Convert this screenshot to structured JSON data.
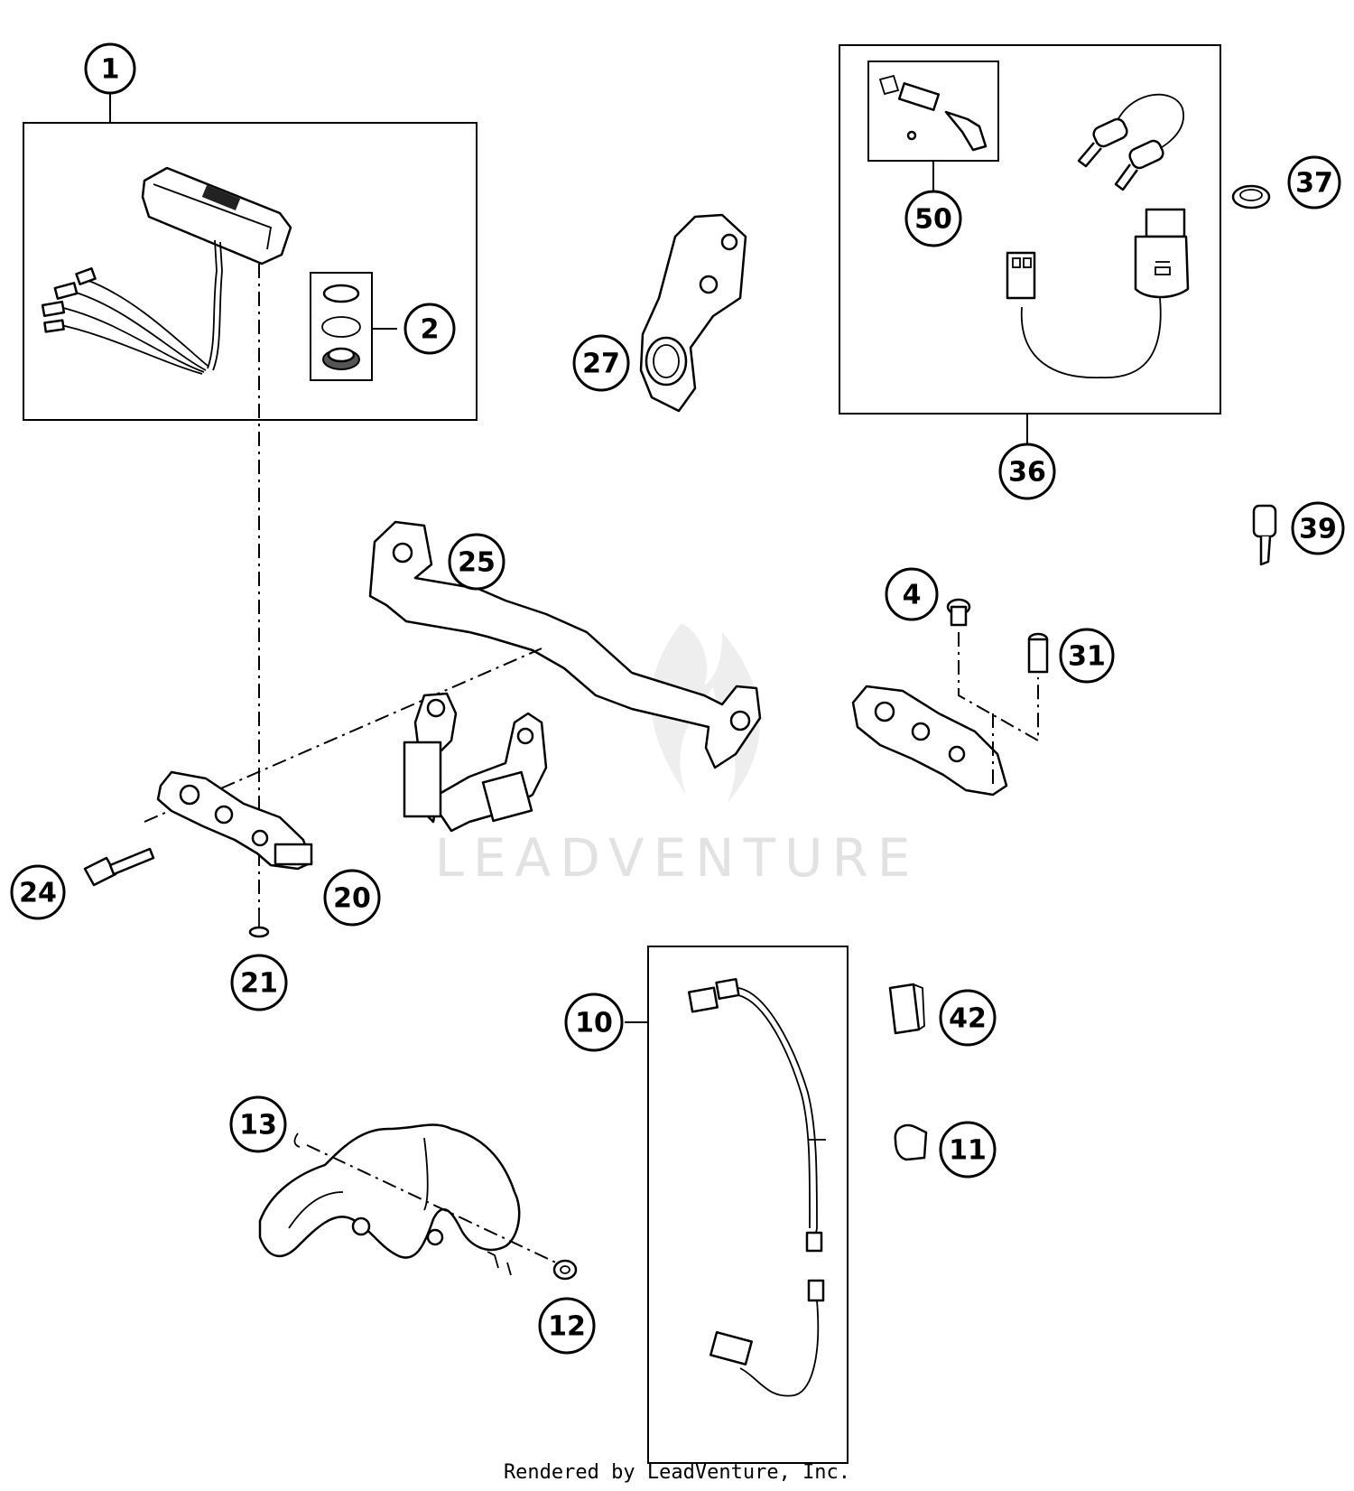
{
  "watermark": "LEADVENTURE",
  "credit": "Rendered by LeadVenture, Inc.",
  "callouts": {
    "c1": "1",
    "c2": "2",
    "c4": "4",
    "c10": "10",
    "c11": "11",
    "c12": "12",
    "c13": "13",
    "c20": "20",
    "c21": "21",
    "c24": "24",
    "c25": "25",
    "c27": "27",
    "c31": "31",
    "c36": "36",
    "c37": "37",
    "c39": "39",
    "c42": "42",
    "c50": "50"
  }
}
